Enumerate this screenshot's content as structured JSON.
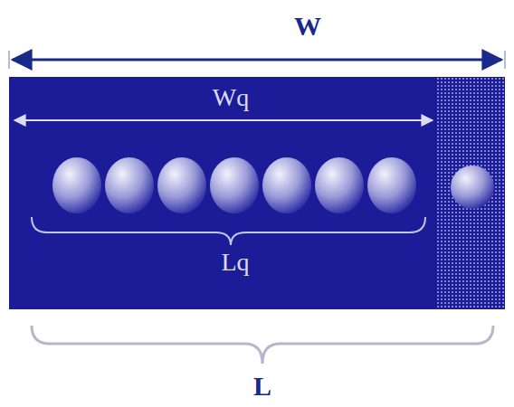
{
  "diagram": {
    "nodes": [
      {
        "text": [
          "Wq",
          "Lq"
        ]
      }
    ],
    "labels": [
      "W",
      "L"
    ]
  }
}
